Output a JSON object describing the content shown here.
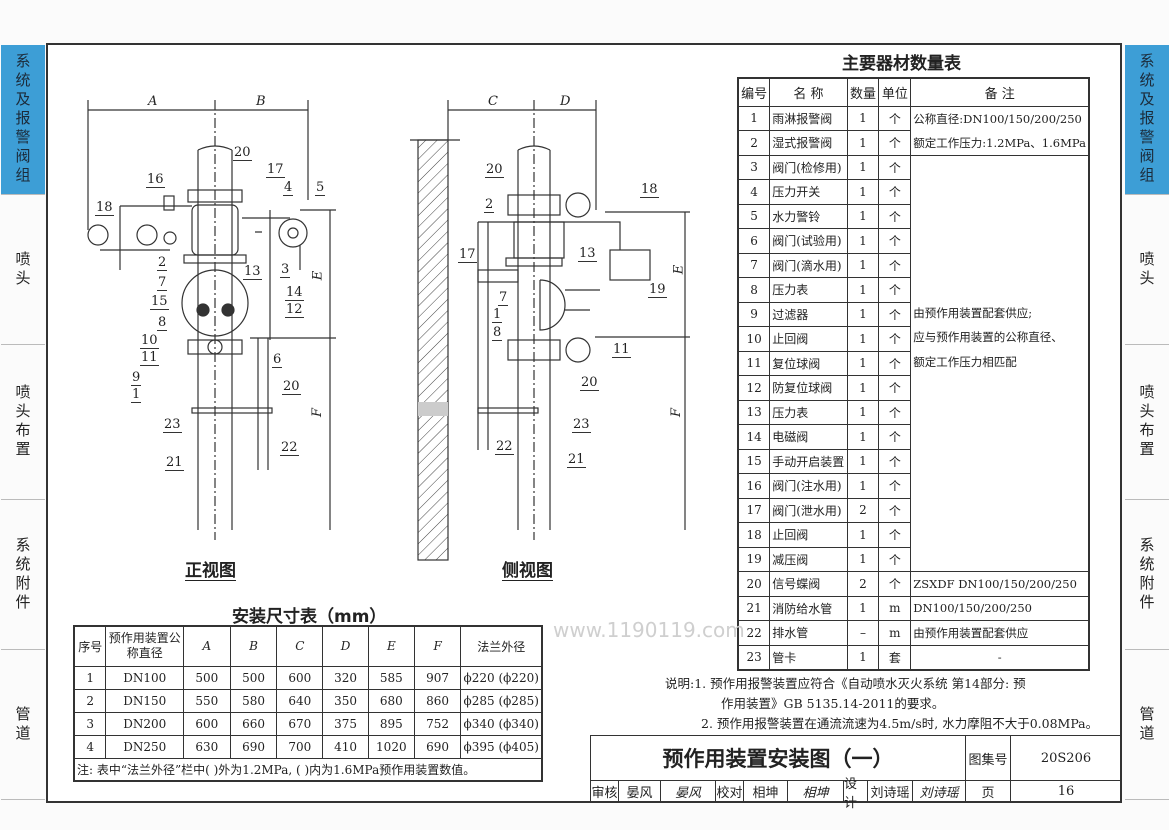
{
  "side_tabs": [
    {
      "label": "系统及报警阀组",
      "active": true
    },
    {
      "label": "喷头",
      "active": false
    },
    {
      "label": "喷头布置",
      "active": false
    },
    {
      "label": "系统附件",
      "active": false
    },
    {
      "label": "管道",
      "active": false
    }
  ],
  "colors": {
    "active_tab": "#3d9ed6",
    "line": "#333333"
  },
  "front_view": {
    "title": "正视图",
    "dims": [
      "A",
      "B",
      "E",
      "F"
    ],
    "callouts": [
      "20",
      "17",
      "16",
      "4",
      "5",
      "18",
      "2",
      "3",
      "7",
      "13",
      "15",
      "14",
      "12",
      "8",
      "10",
      "11",
      "9",
      "6",
      "20",
      "1",
      "23",
      "22",
      "21"
    ]
  },
  "side_view": {
    "title": "侧视图",
    "dims": [
      "C",
      "D",
      "E",
      "F"
    ],
    "callouts": [
      "20",
      "2",
      "18",
      "17",
      "13",
      "7",
      "1",
      "8",
      "19",
      "11",
      "20",
      "23",
      "22",
      "21"
    ]
  },
  "materials": {
    "title": "主要器材数量表",
    "headers": [
      "编号",
      "名 称",
      "数量",
      "单位",
      "备 注"
    ],
    "rows": [
      [
        "1",
        "雨淋报警阀",
        "1",
        "个"
      ],
      [
        "2",
        "湿式报警阀",
        "1",
        "个"
      ],
      [
        "3",
        "阀门(检修用)",
        "1",
        "个"
      ],
      [
        "4",
        "压力开关",
        "1",
        "个"
      ],
      [
        "5",
        "水力警铃",
        "1",
        "个"
      ],
      [
        "6",
        "阀门(试验用)",
        "1",
        "个"
      ],
      [
        "7",
        "阀门(滴水用)",
        "1",
        "个"
      ],
      [
        "8",
        "压力表",
        "1",
        "个"
      ],
      [
        "9",
        "过滤器",
        "1",
        "个"
      ],
      [
        "10",
        "止回阀",
        "1",
        "个"
      ],
      [
        "11",
        "复位球阀",
        "1",
        "个"
      ],
      [
        "12",
        "防复位球阀",
        "1",
        "个"
      ],
      [
        "13",
        "压力表",
        "1",
        "个"
      ],
      [
        "14",
        "电磁阀",
        "1",
        "个"
      ],
      [
        "15",
        "手动开启装置",
        "1",
        "个"
      ],
      [
        "16",
        "阀门(注水用)",
        "1",
        "个"
      ],
      [
        "17",
        "阀门(泄水用)",
        "2",
        "个"
      ],
      [
        "18",
        "止回阀",
        "1",
        "个"
      ],
      [
        "19",
        "减压阀",
        "1",
        "个"
      ],
      [
        "20",
        "信号蝶阀",
        "2",
        "个"
      ],
      [
        "21",
        "消防给水管",
        "1",
        "m"
      ],
      [
        "22",
        "排水管",
        "–",
        "m"
      ],
      [
        "23",
        "管卡",
        "1",
        "套"
      ]
    ],
    "remarks": {
      "rows_1_2": [
        "公称直径:DN100/150/200/250",
        "额定工作压力:1.2MPa、1.6MPa"
      ],
      "rows_3_19": [
        "由预作用装置配套供应;",
        "应与预作用装置的公称直径、",
        "额定工作压力相匹配"
      ],
      "row_20": "ZSXDF  DN100/150/200/250",
      "row_21": "DN100/150/200/250",
      "row_22": "由预作用装置配套供应",
      "row_23": "-"
    }
  },
  "install": {
    "title": "安装尺寸表（mm）",
    "headers": [
      "序号",
      "预作用装置公称直径",
      "A",
      "B",
      "C",
      "D",
      "E",
      "F",
      "法兰外径"
    ],
    "rows": [
      [
        "1",
        "DN100",
        "500",
        "500",
        "600",
        "320",
        "585",
        "907",
        "ϕ220 (ϕ220)"
      ],
      [
        "2",
        "DN150",
        "550",
        "580",
        "640",
        "350",
        "680",
        "860",
        "ϕ285 (ϕ285)"
      ],
      [
        "3",
        "DN200",
        "600",
        "660",
        "670",
        "375",
        "895",
        "752",
        "ϕ340 (ϕ340)"
      ],
      [
        "4",
        "DN250",
        "630",
        "690",
        "700",
        "410",
        "1020",
        "690",
        "ϕ395 (ϕ405)"
      ]
    ],
    "note": "注: 表中“法兰外径”栏中( )外为1.2MPa, ( )内为1.6MPa预作用装置数值。"
  },
  "notes": {
    "label": "说明:",
    "items": [
      "1.  预作用报警装置应符合《自动喷水灭火系统 第14部分: 预",
      "作用装置》GB 5135.14-2011的要求。",
      "2.  预作用报警装置在通流流速为4.5m/s时, 水力摩阻不大于0.08MPa。"
    ]
  },
  "title_block": {
    "title": "预作用装置安装图（一）",
    "atlas_label": "图集号",
    "atlas_no": "20S206",
    "page_label": "页",
    "page_no": "16",
    "review_label": "审核",
    "reviewer": "晏风",
    "check_label": "校对",
    "checker": "相坤",
    "design_label": "设计",
    "designer": "刘诗瑶",
    "signatures": [
      "晏风",
      "相坤",
      "刘诗瑶"
    ]
  },
  "watermark": "www.1190119.com"
}
